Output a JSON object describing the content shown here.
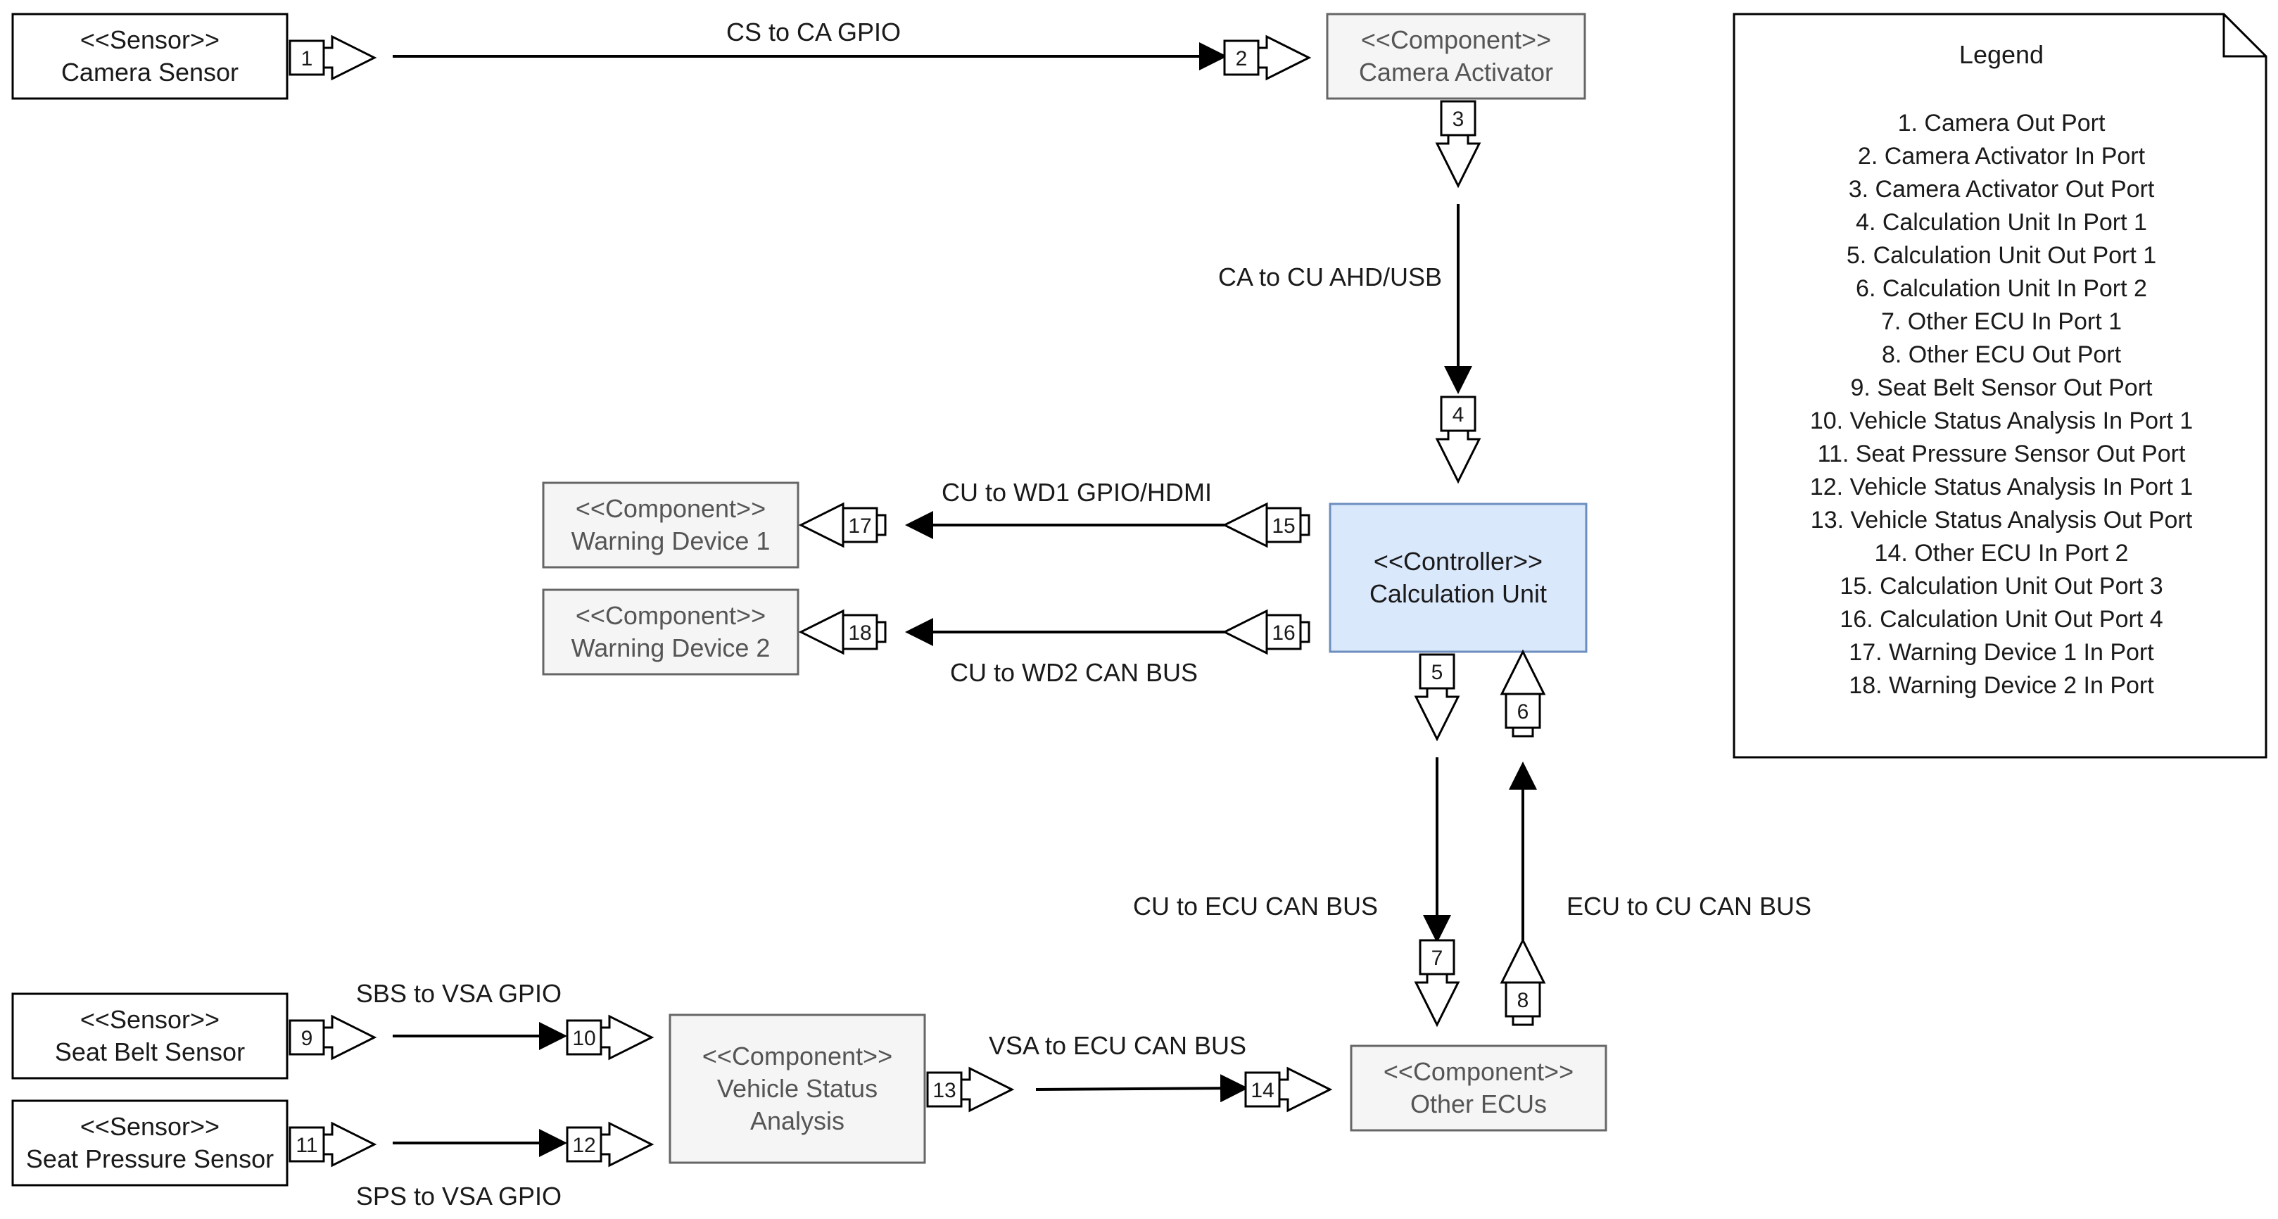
{
  "blocks": {
    "camera_sensor": {
      "stereotype": "<<Sensor>>",
      "name": "Camera Sensor"
    },
    "camera_activator": {
      "stereotype": "<<Component>>",
      "name": "Camera Activator"
    },
    "calculation_unit": {
      "stereotype": "<<Controller>>",
      "name": "Calculation Unit"
    },
    "warning_device_1": {
      "stereotype": "<<Component>>",
      "name": "Warning Device 1"
    },
    "warning_device_2": {
      "stereotype": "<<Component>>",
      "name": "Warning Device 2"
    },
    "seat_belt_sensor": {
      "stereotype": "<<Sensor>>",
      "name": "Seat Belt Sensor"
    },
    "seat_pressure_sensor": {
      "stereotype": "<<Sensor>>",
      "name": "Seat Pressure Sensor"
    },
    "vehicle_status_analysis": {
      "stereotype": "<<Component>>",
      "name_line1": "Vehicle Status",
      "name_line2": "Analysis"
    },
    "other_ecus": {
      "stereotype": "<<Component>>",
      "name": "Other ECUs"
    }
  },
  "ports": [
    "1",
    "2",
    "3",
    "4",
    "5",
    "6",
    "7",
    "8",
    "9",
    "10",
    "11",
    "12",
    "13",
    "14",
    "15",
    "16",
    "17",
    "18"
  ],
  "connections": {
    "cs_to_ca": "CS to CA GPIO",
    "ca_to_cu": "CA to CU AHD/USB",
    "cu_to_wd1": "CU to WD1 GPIO/HDMI",
    "cu_to_wd2": "CU to WD2 CAN BUS",
    "cu_to_ecu": "CU to ECU CAN BUS",
    "ecu_to_cu": "ECU to CU CAN BUS",
    "sbs_to_vsa": "SBS to VSA GPIO",
    "sps_to_vsa": "SPS to VSA GPIO",
    "vsa_to_ecu": "VSA to ECU CAN BUS"
  },
  "legend": {
    "title": "Legend",
    "items": [
      "1. Camera Out Port",
      "2. Camera Activator In Port",
      "3. Camera Activator Out Port",
      "4. Calculation Unit In Port 1",
      "5. Calculation Unit Out Port 1",
      "6. Calculation Unit In Port 2",
      "7. Other ECU In Port 1",
      "8. Other ECU Out Port",
      "9. Seat Belt Sensor Out Port",
      "10. Vehicle Status Analysis In Port 1",
      "11. Seat Pressure Sensor Out Port",
      "12. Vehicle Status Analysis In Port 1",
      "13. Vehicle Status Analysis Out Port",
      "14. Other ECU In Port 2",
      "15. Calculation Unit Out Port 3",
      "16. Calculation Unit Out Port 4",
      "17. Warning Device 1 In Port",
      "18. Warning Device 2 In Port"
    ]
  },
  "colors": {
    "controller_fill": "#dae8fc",
    "controller_stroke": "#6c8ebf",
    "component_fill": "#f5f5f5",
    "component_stroke": "#666666",
    "sensor_fill": "#ffffff",
    "line": "#000000"
  }
}
